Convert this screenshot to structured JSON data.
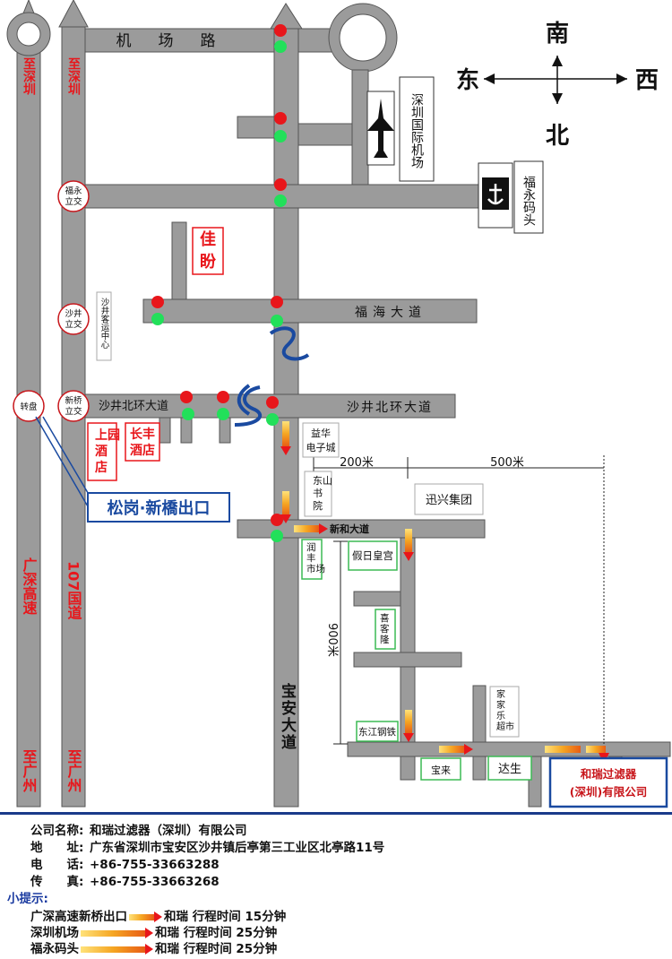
{
  "compass": {
    "north": "南",
    "south": "北",
    "east": "东",
    "west": "西"
  },
  "roads": {
    "airport_road": "机场路",
    "fuhai": "福海大道",
    "shajing_north_right": "沙井北环大道",
    "shajing_north_left": "沙井北环大道",
    "xinhe": "新和大道",
    "baoan": "宝安大道"
  },
  "expressway_labels": {
    "left_top": "至深圳",
    "right_top": "至深圳",
    "left_mid": "广深高速",
    "right_mid": "107国道",
    "left_bottom": "至广州",
    "right_bottom": "至广州"
  },
  "interchanges": {
    "fuyong": "福永立交",
    "shajing": "沙井立交",
    "xinqiao": "新桥立交",
    "roundabout": "转盘"
  },
  "exit_label": "松岗·新橋出口",
  "landmarks": {
    "airport": "深圳国际机场",
    "wharf": "福永码头",
    "jiafen": "佳盼",
    "bus_station": "沙井客运中心",
    "shangyuan": "上园酒店",
    "changfeng": "长丰酒店",
    "yihua": "益华电子城",
    "dongshan": "东山书院",
    "xunxing": "迅兴集团",
    "runfeng": "润丰市场",
    "holiday": "假日皇宫",
    "xike": "喜客隆",
    "jiajia": "家家乐超市",
    "dongjiang": "东江钢铁",
    "baolai": "宝来",
    "dasheng": "达生",
    "company_box": "和瑞过滤器(深圳)有限公司"
  },
  "distances": {
    "d200": "200米",
    "d500": "500米",
    "d900": "900米"
  },
  "info": {
    "company_label": "公司名称:",
    "company_value": "和瑞过滤器（深圳）有限公司",
    "address_label": "地　　址:",
    "address_value": "广东省深圳市宝安区沙井镇后亭第三工业区北亭路11号",
    "phone_label": "电　　话:",
    "phone_value": "+86-755-33663288",
    "fax_label": "传　　真:",
    "fax_value": "+86-755-33663268",
    "tips_title": "小提示:",
    "routes": [
      {
        "from": "广深高速新桥出口",
        "to": "和瑞",
        "time_label": "行程时间",
        "time": "15分钟"
      },
      {
        "from": "深圳机场",
        "to": "和瑞",
        "time_label": "行程时间",
        "time": "25分钟"
      },
      {
        "from": "福永码头",
        "to": "和瑞",
        "time_label": "行程时间",
        "time": "25分钟"
      }
    ]
  },
  "colors": {
    "road": "#9b9b9b",
    "road_edge": "#555555",
    "red_text": "#e8161b",
    "blue_text": "#1a4aa0",
    "green_box": "#3cba54"
  }
}
